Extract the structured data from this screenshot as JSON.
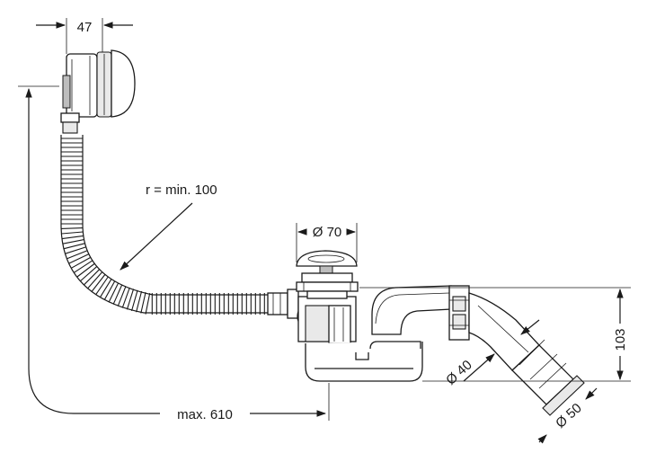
{
  "diagram": {
    "labels": {
      "overflow_width": "47",
      "bend_radius": "r = min. 100",
      "plug_diameter": "Ø 70",
      "max_length": "max. 610",
      "height": "103",
      "pipe_diameter_40": "Ø 40",
      "pipe_diameter_50": "Ø 50"
    },
    "colors": {
      "line": "#1a1a1a",
      "background": "#ffffff",
      "fill_light": "#e9e9e9",
      "fill_dark": "#bdbdbd"
    }
  }
}
